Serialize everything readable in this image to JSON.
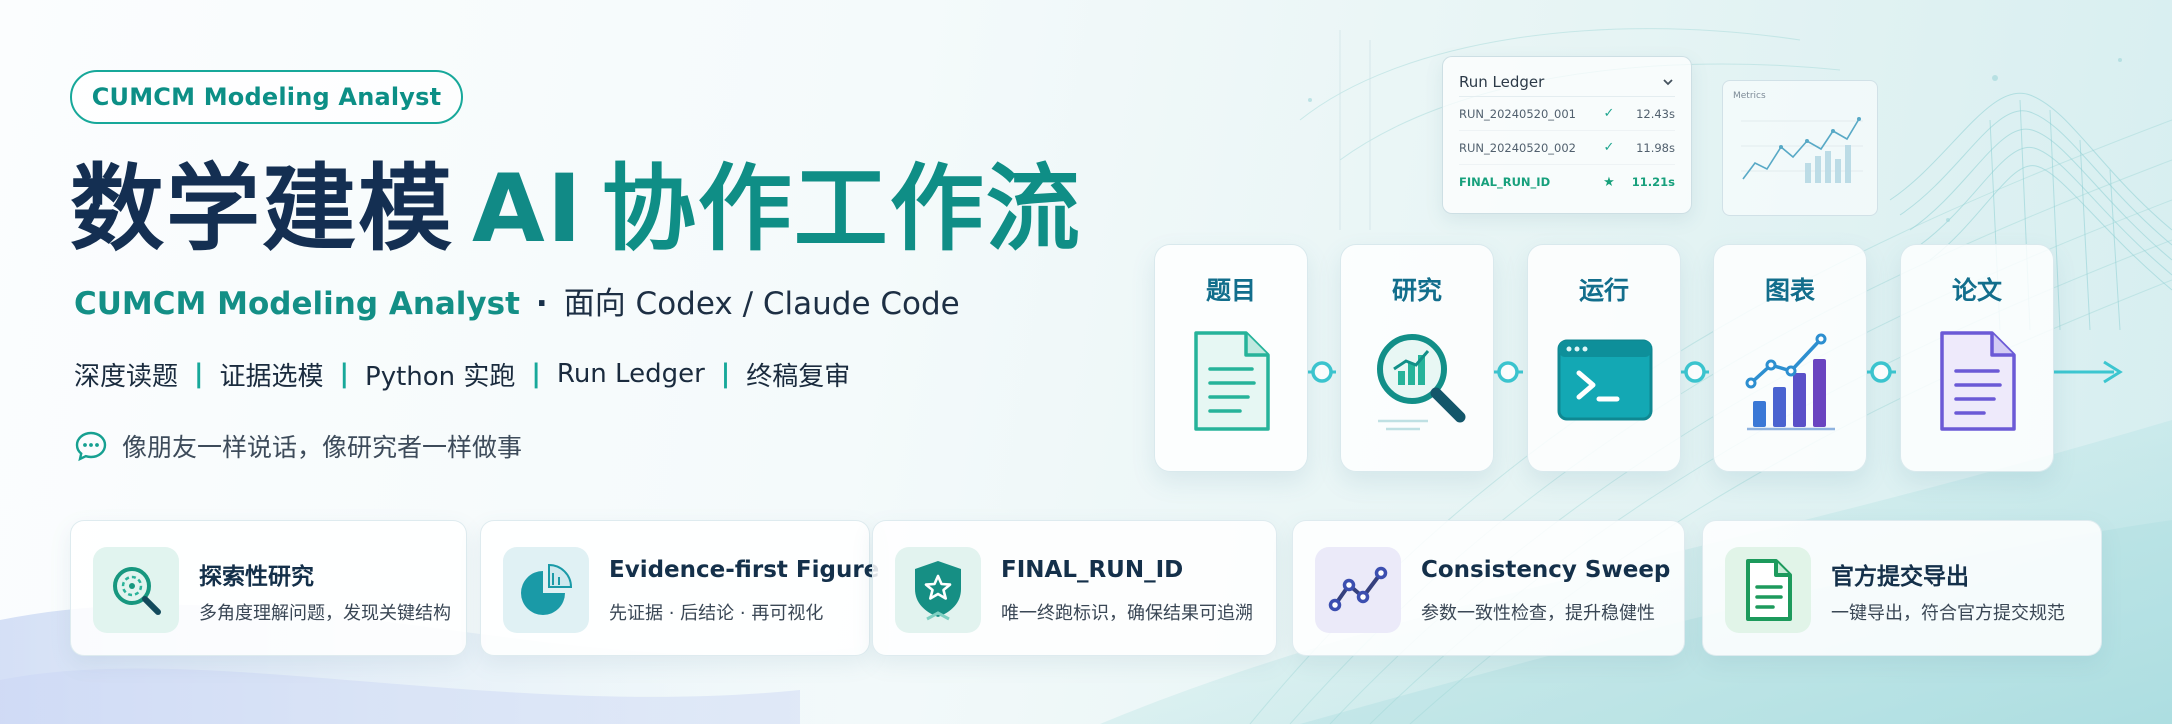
{
  "hero": {
    "badge": "CUMCM Modeling Analyst",
    "title_part1": "数学建模",
    "title_part2": "AI",
    "title_part3": "协作工作流",
    "subtitle_brand": "CUMCM Modeling Analyst",
    "subtitle_dot": "·",
    "subtitle_rest": "面向 Codex / Claude Code",
    "features": [
      "深度读题",
      "证据选模",
      "Python 实跑",
      "Run Ledger",
      "终稿复审"
    ],
    "feature_separator": "|",
    "slogan": "像朋友一样说话，像研究者一样做事",
    "slogan_icon": "chat-bubble-icon"
  },
  "ledger": {
    "title": "Run Ledger",
    "rows": [
      {
        "id": "RUN_20240520_001",
        "status": "✓",
        "time": "12.43s"
      },
      {
        "id": "RUN_20240520_002",
        "status": "✓",
        "time": "11.98s"
      },
      {
        "id": "FINAL_RUN_ID",
        "status": "★",
        "time": "11.21s"
      }
    ]
  },
  "metrics": {
    "label": "Metrics"
  },
  "pipeline": {
    "steps": [
      {
        "label": "题目",
        "icon": "document-icon"
      },
      {
        "label": "研究",
        "icon": "magnifier-chart-icon"
      },
      {
        "label": "运行",
        "icon": "terminal-icon"
      },
      {
        "label": "图表",
        "icon": "bar-chart-icon"
      },
      {
        "label": "论文",
        "icon": "paper-icon"
      }
    ]
  },
  "cards": [
    {
      "title": "探索性研究",
      "desc": "多角度理解问题，发现关键结构",
      "icon": "search-icon",
      "accent": "#1aa58f",
      "bg": "#e1f4ef"
    },
    {
      "title": "Evidence-first Figure",
      "desc": "先证据 · 后结论 · 再可视化",
      "icon": "pie-chart-icon",
      "accent": "#1795a3",
      "bg": "#e0f1f4"
    },
    {
      "title": "FINAL_RUN_ID",
      "desc": "唯一终跑标识，确保结果可追溯",
      "icon": "shield-star-icon",
      "accent": "#168f84",
      "bg": "#e2f3ef"
    },
    {
      "title": "Consistency Sweep",
      "desc": "参数一致性检查，提升稳健性",
      "icon": "line-chart-icon",
      "accent": "#3c4fb0",
      "bg": "#ebeaf9"
    },
    {
      "title": "官方提交导出",
      "desc": "一键导出，符合官方提交规范",
      "icon": "file-export-icon",
      "accent": "#1d9a5c",
      "bg": "#e1f4e8"
    }
  ]
}
